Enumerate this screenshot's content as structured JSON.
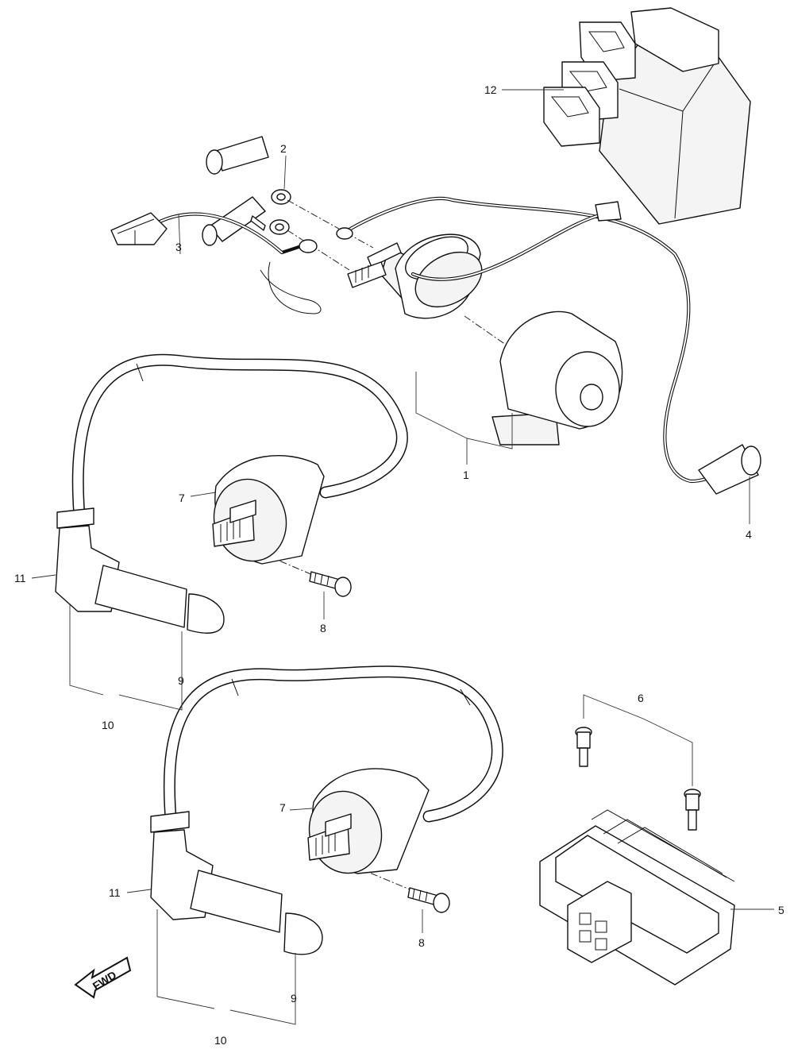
{
  "labels": {
    "p1": "1",
    "p2": "2",
    "p3": "3",
    "p4": "4",
    "p5": "5",
    "p6": "6",
    "p7a": "7",
    "p7b": "7",
    "p8a": "8",
    "p8b": "8",
    "p9a": "9",
    "p9b": "9",
    "p10a": "10",
    "p10b": "10",
    "p11a": "11",
    "p11b": "11",
    "p12": "12"
  },
  "fwd_arrow": {
    "text": "FWD"
  },
  "colors": {
    "line": "#111111",
    "background": "#ffffff"
  }
}
